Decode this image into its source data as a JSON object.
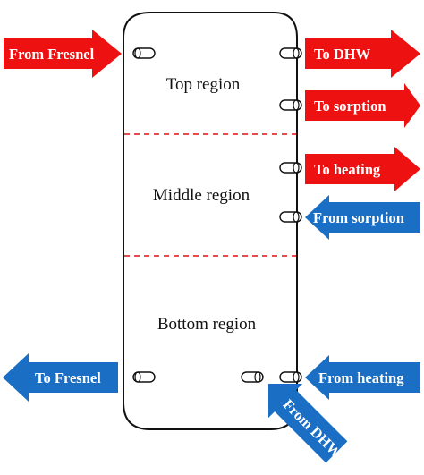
{
  "regions": {
    "top": "Top region",
    "middle": "Middle region",
    "bottom": "Bottom region"
  },
  "arrows": {
    "from_fresnel": "From Fresnel",
    "to_dhw": "To DHW",
    "to_sorption": "To sorption",
    "to_heating": "To heating",
    "from_sorption": "From sorption",
    "to_fresnel": "To Fresnel",
    "from_heating": "From heating",
    "from_dhw": "From DHW"
  },
  "colors": {
    "hot_arrow": "#ee1111",
    "cold_arrow": "#1a6fc4",
    "divider": "#dd1111",
    "tank_stroke": "#111111"
  }
}
